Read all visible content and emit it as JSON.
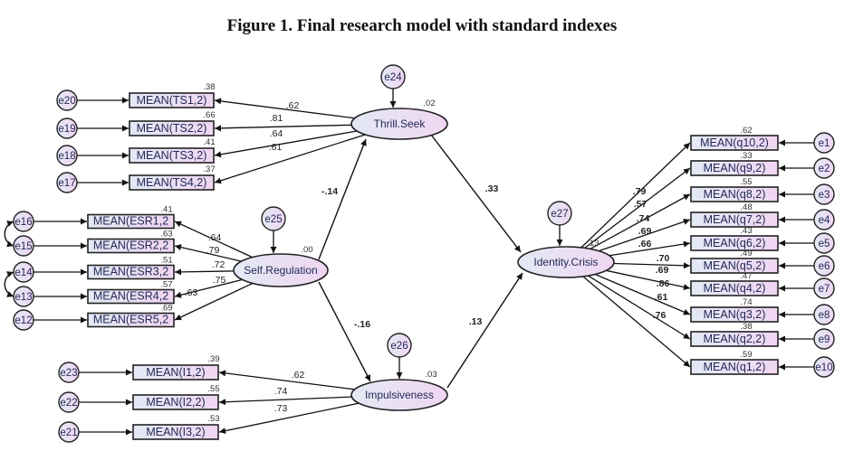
{
  "title": "Figure 1. Final research model with standard indexes",
  "colors": {
    "fill_light": "#e4e8f4",
    "fill_pink": "#efd8f2",
    "stroke": "#222222"
  },
  "latents": {
    "thrill": {
      "label": "Thrill.Seek",
      "r2": ".02",
      "error": "e24"
    },
    "selfreg": {
      "label": "Self.Regulation",
      "r2": ".00",
      "error": "e25"
    },
    "impuls": {
      "label": "Impulsiveness",
      "r2": ".03",
      "error": "e26"
    },
    "identity": {
      "label": "Identity.Crisis",
      "r2": ".13",
      "error": "e27"
    }
  },
  "structural_paths": [
    {
      "from": "Self.Regulation",
      "to": "Thrill.Seek",
      "coef": "-.14"
    },
    {
      "from": "Self.Regulation",
      "to": "Impulsiveness",
      "coef": "-.16"
    },
    {
      "from": "Thrill.Seek",
      "to": "Identity.Crisis",
      "coef": ".33"
    },
    {
      "from": "Impulsiveness",
      "to": "Identity.Crisis",
      "coef": ".13"
    }
  ],
  "thrill_indicators": [
    {
      "label": "MEAN(TS1,2)",
      "error": "e20",
      "r2": ".38",
      "loading": ".62"
    },
    {
      "label": "MEAN(TS2,2)",
      "error": "e19",
      "r2": ".66",
      "loading": ".81"
    },
    {
      "label": "MEAN(TS3,2)",
      "error": "e18",
      "r2": ".41",
      "loading": ".64"
    },
    {
      "label": "MEAN(TS4,2)",
      "error": "e17",
      "r2": ".37",
      "loading": ".61"
    }
  ],
  "selfreg_indicators": [
    {
      "label": "MEAN(ESR1,2",
      "error": "e16",
      "r2": ".41",
      "loading": ".64"
    },
    {
      "label": "MEAN(ESR2,2",
      "error": "e15",
      "r2": ".63",
      "loading": ".79"
    },
    {
      "label": "MEAN(ESR3,2",
      "error": "e14",
      "r2": ".51",
      "loading": ".72"
    },
    {
      "label": "MEAN(ESR4,2",
      "error": "e13",
      "r2": ".57",
      "loading": ".75"
    },
    {
      "label": "MEAN(ESR5,2",
      "error": "e12",
      "r2": ".69",
      "loading": ".63"
    }
  ],
  "impuls_indicators": [
    {
      "label": "MEAN(I1,2)",
      "error": "e23",
      "r2": ".39",
      "loading": ".62"
    },
    {
      "label": "MEAN(I2,2)",
      "error": "e22",
      "r2": ".55",
      "loading": ".74"
    },
    {
      "label": "MEAN(I3,2)",
      "error": "e21",
      "r2": ".53",
      "loading": ".73"
    }
  ],
  "identity_indicators": [
    {
      "label": "MEAN(q10,2)",
      "error": "e1",
      "r2": ".62",
      "loading": ".79"
    },
    {
      "label": "MEAN(q9,2)",
      "error": "e2",
      "r2": ".33",
      "loading": ".57"
    },
    {
      "label": "MEAN(q8,2)",
      "error": "e3",
      "r2": ".55",
      "loading": ".74"
    },
    {
      "label": "MEAN(q7,2)",
      "error": "e4",
      "r2": ".48",
      "loading": ".69"
    },
    {
      "label": "MEAN(q6,2)",
      "error": "e5",
      "r2": ".43",
      "loading": ".66"
    },
    {
      "label": "MEAN(q5,2)",
      "error": "e6",
      "r2": ".49",
      "loading": ".70"
    },
    {
      "label": "MEAN(q4,2)",
      "error": "e7",
      "r2": ".47",
      "loading": ".69"
    },
    {
      "label": "MEAN(q3,2)",
      "error": "e8",
      "r2": ".74",
      "loading": ".86"
    },
    {
      "label": "MEAN(q2,2)",
      "error": "e9",
      "r2": ".38",
      "loading": ".61"
    },
    {
      "label": "MEAN(q1,2)",
      "error": "e10",
      "r2": ".59",
      "loading": ".76"
    }
  ]
}
